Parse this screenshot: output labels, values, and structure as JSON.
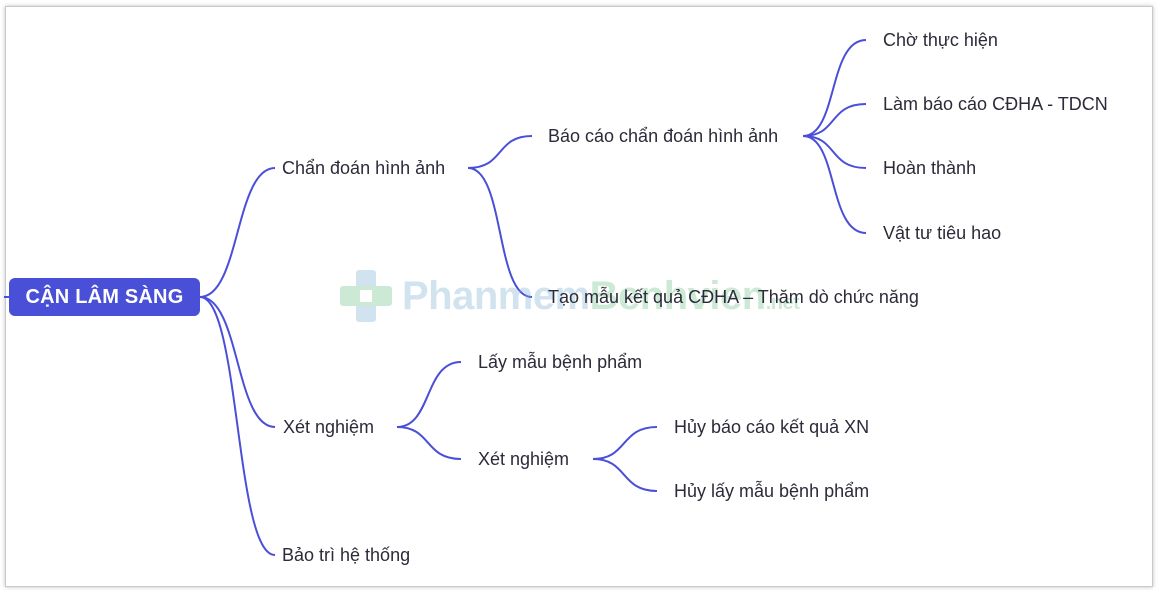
{
  "root": {
    "label": "CẬN LÂM SÀNG"
  },
  "branches": {
    "cdha": {
      "label": "Chẩn đoán hình ảnh"
    },
    "bao_cao": {
      "label": "Báo cáo chẩn đoán hình ảnh"
    },
    "cho_thuc_hien": {
      "label": "Chờ thực hiện"
    },
    "lam_bao_cao": {
      "label": "Làm báo cáo CĐHA - TDCN"
    },
    "hoan_thanh": {
      "label": "Hoàn thành"
    },
    "vat_tu": {
      "label": "Vật tư tiêu hao"
    },
    "tao_mau": {
      "label": "Tạo mẫu kết quả CĐHA – Thăm dò chức năng"
    },
    "xet_nghiem": {
      "label": "Xét nghiệm"
    },
    "lay_mau": {
      "label": "Lấy mẫu bệnh phẩm"
    },
    "xet_nghiem_sub": {
      "label": "Xét nghiệm"
    },
    "huy_bao_cao": {
      "label": "Hủy báo cáo kết quả XN"
    },
    "huy_lay_mau": {
      "label": "Hủy lấy mẫu bệnh phẩm"
    },
    "bao_tri": {
      "label": "Bảo trì hệ thống"
    }
  },
  "watermark": {
    "part1": "Phanmem",
    "part2": "Benhvien",
    "suffix": ".net"
  },
  "colors": {
    "accent": "#4a4fd8",
    "line": "#4a4fd8"
  }
}
